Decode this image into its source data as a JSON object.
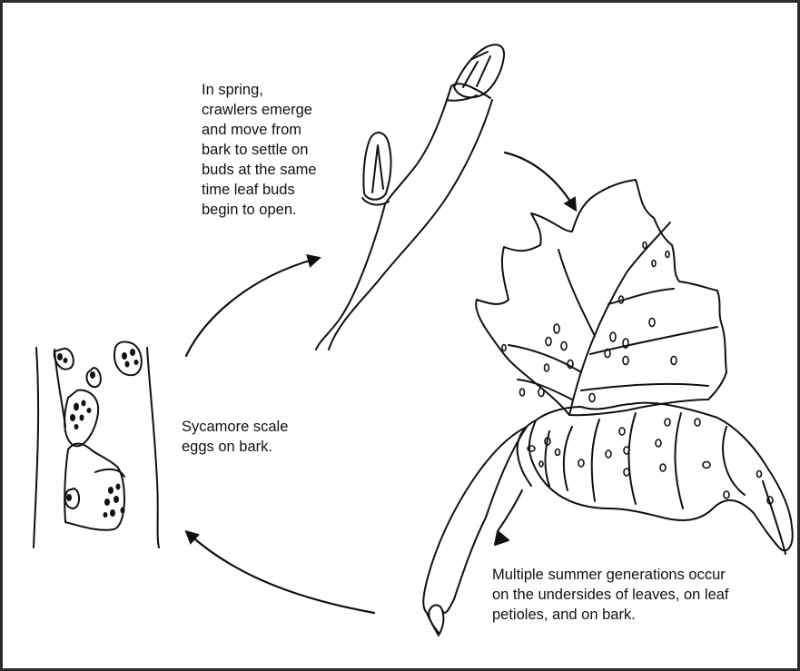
{
  "captions": {
    "spring": "In spring,\ncrawlers emerge\nand move from\nbark to settle on\nbuds at the same\ntime leaf buds\nbegin to open.",
    "eggs": "Sycamore scale\neggs on bark.",
    "summer": "Multiple summer generations occur\non the undersides of leaves, on leaf\npetioles, and on bark."
  },
  "colors": {
    "ink": "#111111",
    "frame": "#2b2b2b",
    "background": "#ffffff"
  },
  "icons": [
    "twig-with-buds-drawing",
    "sycamore-leaf-drawing",
    "bark-with-eggs-drawing",
    "cycle-arrow"
  ]
}
